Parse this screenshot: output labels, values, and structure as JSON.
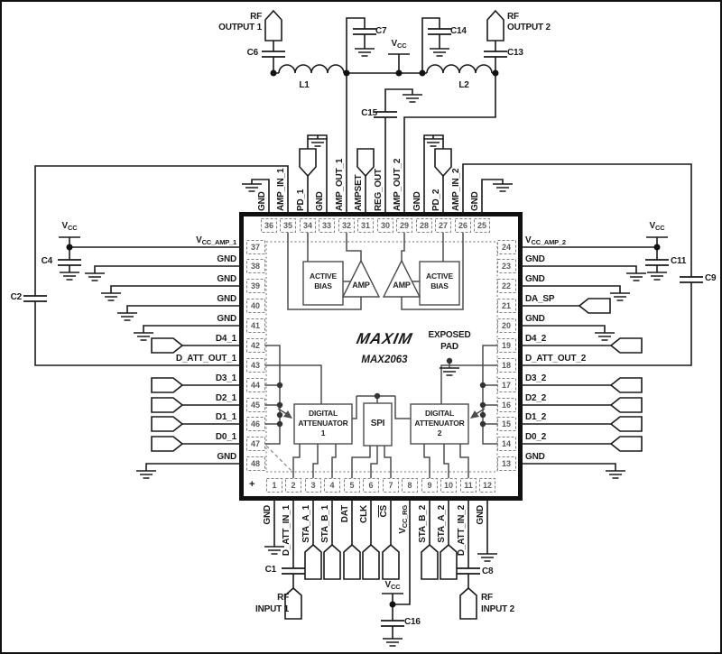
{
  "ic": {
    "brand": "MAXIM",
    "part": "MAX2063",
    "pin1_marker": "+",
    "exposed_pad": {
      "line1": "EXPOSED",
      "line2": "PAD"
    },
    "blocks": {
      "active_bias_1": {
        "line1": "ACTIVE",
        "line2": "BIAS"
      },
      "active_bias_2": {
        "line1": "ACTIVE",
        "line2": "BIAS"
      },
      "amp_1": "AMP",
      "amp_2": "AMP",
      "attenuator_1": {
        "line1": "DIGITAL",
        "line2": "ATTENUATOR",
        "line3": "1"
      },
      "attenuator_2": {
        "line1": "DIGITAL",
        "line2": "ATTENUATOR",
        "line3": "2"
      },
      "spi": "SPI"
    },
    "pins": {
      "top": [
        {
          "num": "36",
          "label": "GND"
        },
        {
          "num": "35",
          "label": "AMP_IN_1"
        },
        {
          "num": "34",
          "label": "PD_1"
        },
        {
          "num": "33",
          "label": "GND"
        },
        {
          "num": "32",
          "label": "AMP_OUT_1"
        },
        {
          "num": "31",
          "label": "AMPSET"
        },
        {
          "num": "30",
          "label": "REG_OUT"
        },
        {
          "num": "29",
          "label": "AMP_OUT_2"
        },
        {
          "num": "28",
          "label": "GND"
        },
        {
          "num": "27",
          "label": "PD_2"
        },
        {
          "num": "26",
          "label": "AMP_IN_2"
        },
        {
          "num": "25",
          "label": "GND"
        }
      ],
      "bottom": [
        {
          "num": "1",
          "label": "GND"
        },
        {
          "num": "2",
          "label": "D_ATT_IN_1"
        },
        {
          "num": "3",
          "label": "STA_A_1"
        },
        {
          "num": "4",
          "label": "STA_B_1"
        },
        {
          "num": "5",
          "label": "DAT"
        },
        {
          "num": "6",
          "label": "CLK"
        },
        {
          "num": "7",
          "label": "CS",
          "style": "overline"
        },
        {
          "num": "8",
          "label": "VCC_RG",
          "style": "vsub"
        },
        {
          "num": "9",
          "label": "STA_B_2"
        },
        {
          "num": "10",
          "label": "STA_A_2"
        },
        {
          "num": "11",
          "label": "D_ATT_IN_2"
        },
        {
          "num": "12",
          "label": "GND"
        }
      ],
      "left": [
        {
          "num": "37",
          "label": "VCC_AMP_1",
          "style": "vsub"
        },
        {
          "num": "38",
          "label": "GND"
        },
        {
          "num": "39",
          "label": "GND"
        },
        {
          "num": "40",
          "label": "GND"
        },
        {
          "num": "41",
          "label": "GND"
        },
        {
          "num": "42",
          "label": "D4_1"
        },
        {
          "num": "43",
          "label": "D_ATT_OUT_1"
        },
        {
          "num": "44",
          "label": "D3_1"
        },
        {
          "num": "45",
          "label": "D2_1"
        },
        {
          "num": "46",
          "label": "D1_1"
        },
        {
          "num": "47",
          "label": "D0_1"
        },
        {
          "num": "48",
          "label": "GND"
        }
      ],
      "right": [
        {
          "num": "24",
          "label": "VCC_AMP_2",
          "style": "vsub"
        },
        {
          "num": "23",
          "label": "GND"
        },
        {
          "num": "22",
          "label": "GND"
        },
        {
          "num": "21",
          "label": "DA_SP"
        },
        {
          "num": "20",
          "label": "GND"
        },
        {
          "num": "19",
          "label": "D4_2"
        },
        {
          "num": "18",
          "label": "D_ATT_OUT_2"
        },
        {
          "num": "17",
          "label": "D3_2"
        },
        {
          "num": "16",
          "label": "D2_2"
        },
        {
          "num": "15",
          "label": "D1_2"
        },
        {
          "num": "14",
          "label": "D0_2"
        },
        {
          "num": "13",
          "label": "GND"
        }
      ]
    }
  },
  "components": {
    "c1": "C1",
    "c2": "C2",
    "c4": "C4",
    "c6": "C6",
    "c7": "C7",
    "c8": "C8",
    "c9": "C9",
    "c11": "C11",
    "c13": "C13",
    "c14": "C14",
    "c15": "C15",
    "c16": "C16",
    "l1": "L1",
    "l2": "L2"
  },
  "power": {
    "vcc_main": "V",
    "vcc_sub": "CC"
  },
  "ports": {
    "rf_output_1": {
      "line1": "RF",
      "line2": "OUTPUT 1"
    },
    "rf_output_2": {
      "line1": "RF",
      "line2": "OUTPUT 2"
    },
    "rf_input_1": {
      "line1": "RF",
      "line2": "INPUT 1"
    },
    "rf_input_2": {
      "line1": "RF",
      "line2": "INPUT 2"
    }
  },
  "colors": {
    "wire": "#1a1a1a",
    "internal": "#4d4d4d",
    "pin_dash": "#808080"
  }
}
